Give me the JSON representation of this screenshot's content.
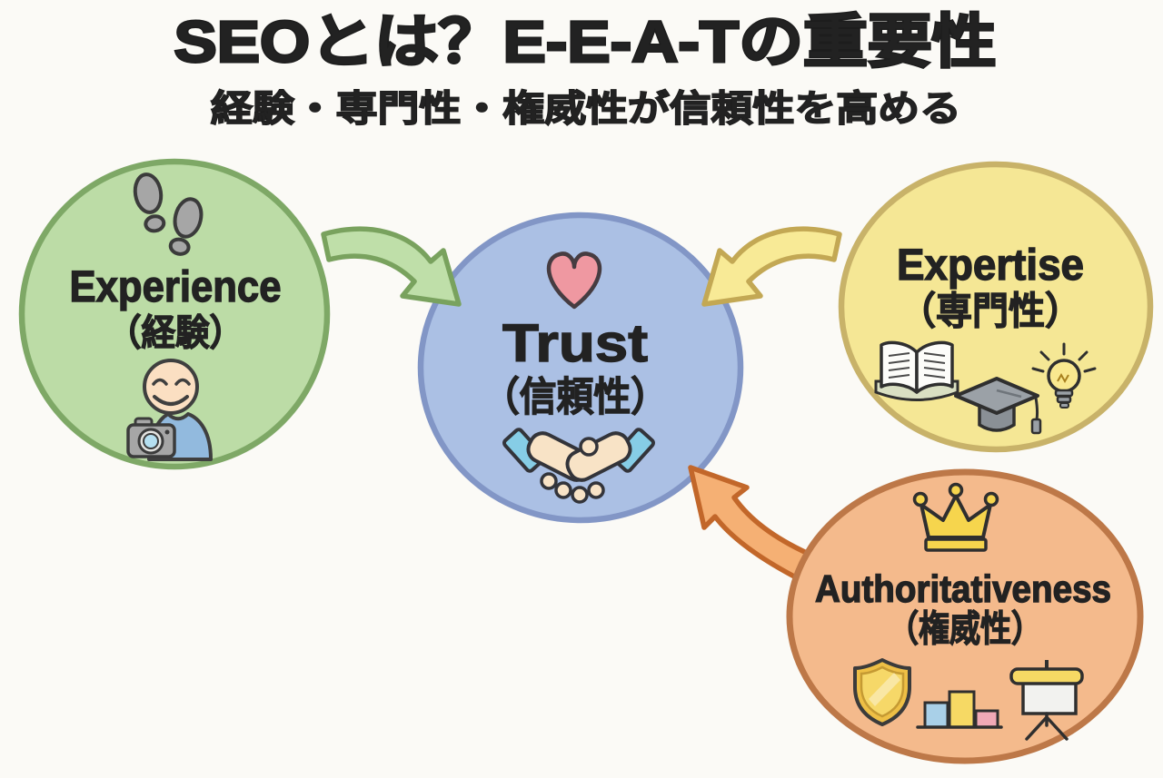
{
  "title": "SEOとは？E-E-A-Tの重要性",
  "subtitle": "経験・専門性・権威性が信頼性を高める",
  "colors": {
    "background": "#fbfaf6",
    "text": "#222222",
    "experience_fill": "#bcdca6",
    "experience_stroke": "#7ea866",
    "trust_fill": "#abc0e4",
    "trust_stroke": "#8296c6",
    "expertise_fill": "#f5e795",
    "expertise_stroke": "#c8b269",
    "authoritativeness_fill": "#f4ba8c",
    "authoritativeness_stroke": "#bd7848",
    "arrow_green_fill": "#bfdfa9",
    "arrow_green_stroke": "#79a25e",
    "arrow_yellow_fill": "#f8ea96",
    "arrow_yellow_stroke": "#c3a854",
    "arrow_orange_fill": "#f5b074",
    "arrow_orange_stroke": "#c2672a",
    "heart": "#ef98a1",
    "handshake_cuff": "#86cde6",
    "handshake_hand": "#f8e3c6",
    "crown": "#f6d54d",
    "shield": "#eebf45",
    "bar_blue": "#a9d0e8",
    "bar_yellow": "#f6d964",
    "bar_pink": "#f0a9b6"
  },
  "nodes": {
    "experience": {
      "label_en": "Experience",
      "label_ja": "（経験）",
      "icons": [
        "footprints-icon",
        "photographer-icon"
      ]
    },
    "trust": {
      "label_en": "Trust",
      "label_ja": "（信頼性）",
      "icons": [
        "heart-icon",
        "handshake-icon"
      ]
    },
    "expertise": {
      "label_en": "Expertise",
      "label_ja": "（専門性）",
      "icons": [
        "open-book-icon",
        "graduation-cap-icon",
        "lightbulb-icon"
      ]
    },
    "authoritativeness": {
      "label_en": "Authoritativeness",
      "label_ja": "（権威性）",
      "icons": [
        "crown-icon",
        "shield-icon",
        "bar-chart-icon",
        "presentation-board-icon"
      ]
    }
  },
  "arrows": [
    {
      "name": "experience-to-trust",
      "from": "Experience",
      "to": "Trust"
    },
    {
      "name": "expertise-to-trust",
      "from": "Expertise",
      "to": "Trust"
    },
    {
      "name": "authoritativeness-to-trust",
      "from": "Authoritativeness",
      "to": "Trust"
    }
  ]
}
